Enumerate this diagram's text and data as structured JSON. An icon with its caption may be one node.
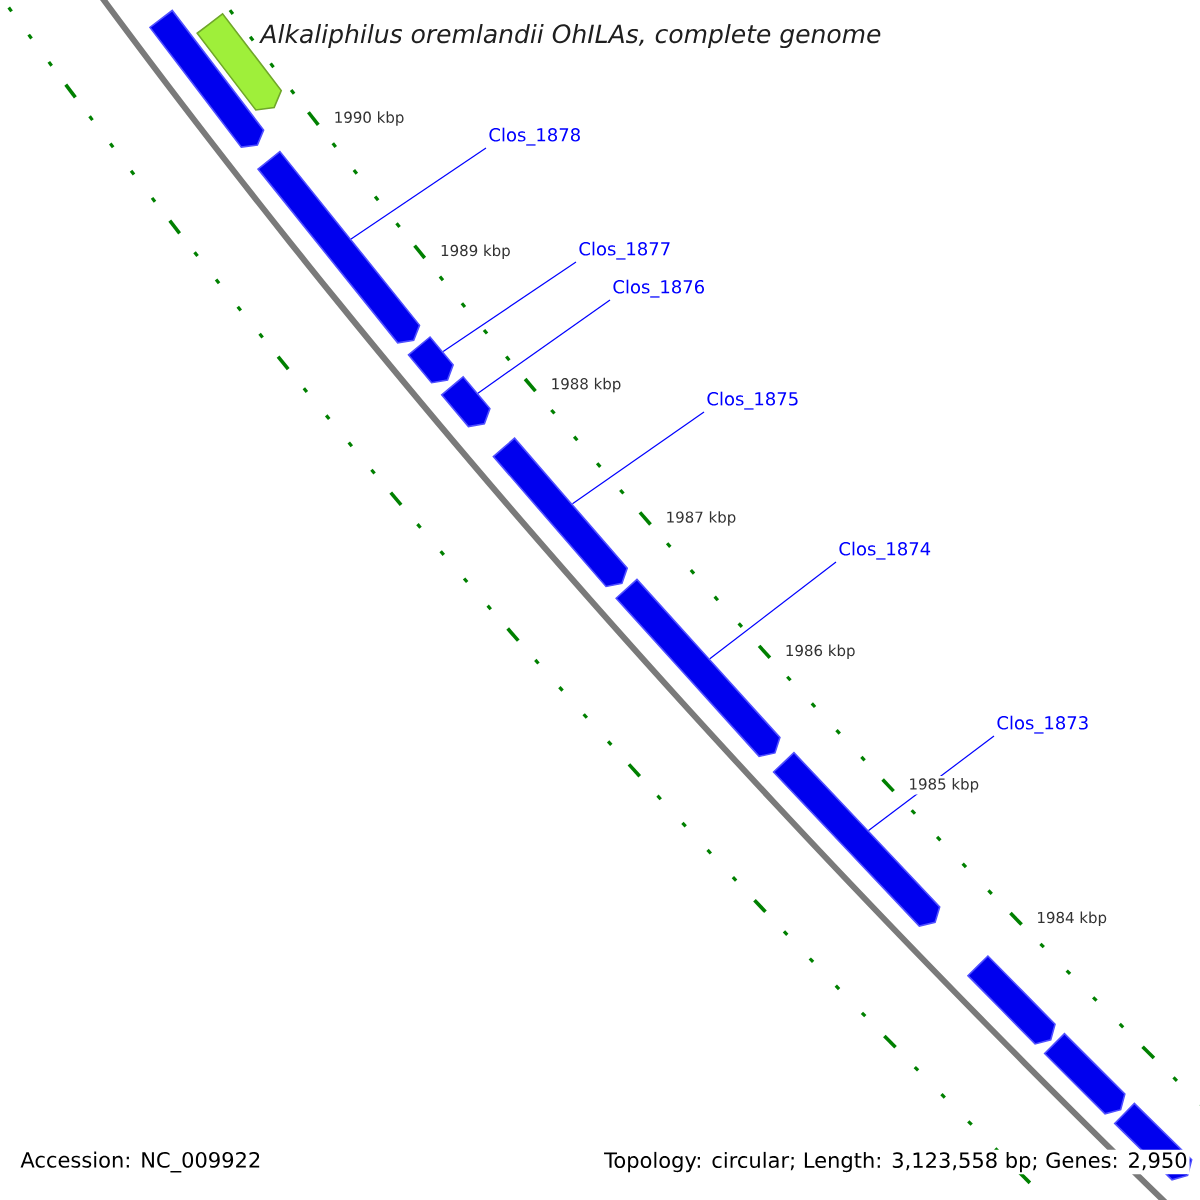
{
  "diagram": {
    "title": "Alkaliphilus oremlandii OhILAs, complete genome",
    "nodes": [
      {
        "text": [],
        "shape": "arrow"
      },
      {
        "text": [],
        "shape": "arrow"
      },
      {
        "text": [
          "Clos_1878"
        ]
      },
      {
        "text": [],
        "shape": "arrow"
      },
      {
        "text": [
          "Clos_1877"
        ]
      },
      {
        "text": [],
        "shape": "arrow"
      },
      {
        "text": [
          "Clos_1876"
        ]
      },
      {
        "text": [],
        "shape": "arrow"
      },
      {
        "text": [
          "Clos_1875"
        ]
      },
      {
        "text": [],
        "shape": "arrow"
      },
      {
        "text": [
          "Clos_1874"
        ]
      },
      {
        "text": [],
        "shape": "arrow"
      },
      {
        "text": [
          "Clos_1873"
        ]
      },
      {
        "text": [],
        "shape": "arrow"
      },
      {
        "text": [],
        "shape": "arrow"
      },
      {
        "text": [],
        "shape": "arrow"
      },
      {
        "text": [],
        "shape": "arrow"
      }
    ],
    "edges": [
      {
        "from": 2,
        "to": 3,
        "arrow": "none"
      },
      {
        "from": 4,
        "to": 5,
        "arrow": "none"
      },
      {
        "from": 6,
        "to": 7,
        "arrow": "none"
      },
      {
        "from": 8,
        "to": 9,
        "arrow": "none"
      },
      {
        "from": 10,
        "to": 11,
        "arrow": "none"
      },
      {
        "from": 12,
        "to": 13,
        "arrow": "none"
      }
    ],
    "labels": [
      "1990 kbp",
      "1989 kbp",
      "1988 kbp",
      "1987 kbp",
      "1986 kbp",
      "1985 kbp",
      "1984 kbp",
      "Accession: NC_009922",
      "Topology: circular; Length: 3,123,558 bp; Genes: 2,950"
    ]
  }
}
